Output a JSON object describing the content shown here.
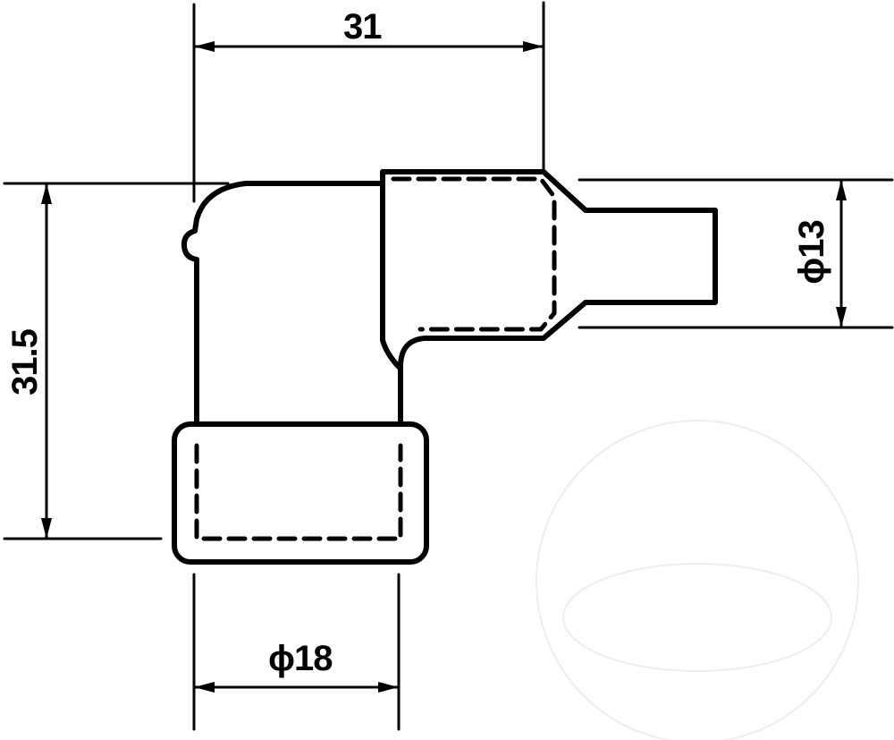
{
  "drawing": {
    "subject": "spark plug connector (angled boot)",
    "units": "mm",
    "colors": {
      "ink": "#000000",
      "background": "#ffffff",
      "watermark": "#f0f0f0"
    },
    "dimensions": {
      "overall_width": {
        "label": "31",
        "value": 31,
        "orientation": "horizontal",
        "position": "top"
      },
      "overall_height": {
        "label": "31.5",
        "value": 31.5,
        "orientation": "vertical",
        "position": "left"
      },
      "cable_end_diameter": {
        "label": "ϕ13",
        "value": 13,
        "orientation": "vertical",
        "position": "right"
      },
      "plug_end_diameter": {
        "label": "ϕ18",
        "value": 18,
        "orientation": "horizontal",
        "position": "bottom"
      }
    }
  }
}
